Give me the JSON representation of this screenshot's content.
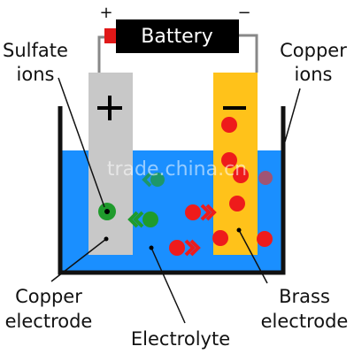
{
  "battery": {
    "label": "Battery",
    "plus_sign": "+",
    "minus_sign": "−"
  },
  "electrodes": {
    "copper_sign": "+",
    "brass_sign": "−"
  },
  "labels": {
    "sulfate_line1": "Sulfate",
    "sulfate_line2": "ions",
    "copper_ions_line1": "Copper",
    "copper_ions_line2": "ions",
    "copper_electrode_line1": "Copper",
    "copper_electrode_line2": "electrode",
    "brass_electrode_line1": "Brass",
    "brass_electrode_line2": "electrode",
    "electrolyte": "Electrolyte"
  },
  "watermark": "trade.china.cn",
  "colors": {
    "electrolyte": "#1a8fff",
    "copper_electrode": "#c8c8c8",
    "brass_electrode": "#ffc21a",
    "copper_ion": "#ee1b1b",
    "sulfate_ion": "#1f9b2c",
    "battery_body": "#000000",
    "battery_terminal": "#e01818"
  }
}
